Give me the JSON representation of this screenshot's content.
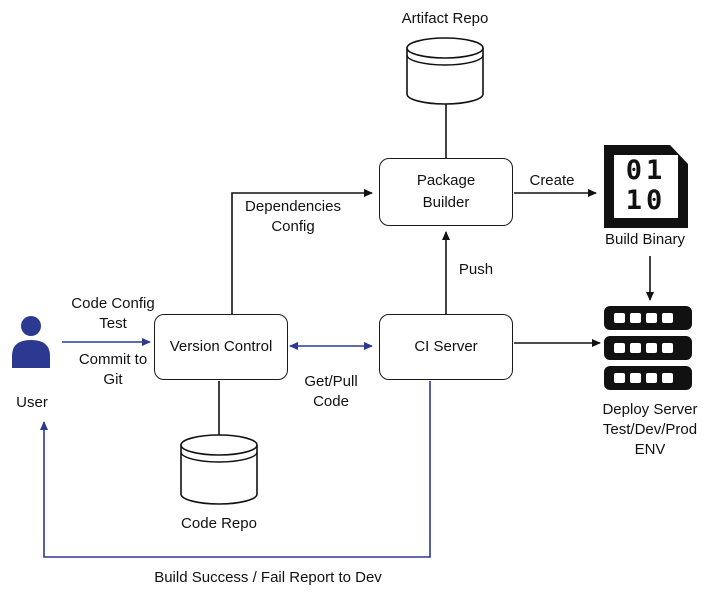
{
  "nodes": {
    "version_control": "Version Control",
    "ci_server": "CI Server",
    "package_builder_line1": "Package",
    "package_builder_line2": "Builder",
    "artifact_repo": "Artifact Repo",
    "code_repo": "Code Repo",
    "build_binary": "Build Binary",
    "binary_glyph_top": "01",
    "binary_glyph_bottom": "10",
    "deploy_server_line1": "Deploy Server",
    "deploy_server_line2": "Test/Dev/Prod",
    "deploy_server_line3": "ENV",
    "user": "User"
  },
  "edges": {
    "code_config_line1": "Code Config",
    "code_config_line2": "Test",
    "commit_line1": "Commit to",
    "commit_line2": "Git",
    "dependencies_line1": "Dependencies",
    "dependencies_line2": "Config",
    "get_pull_line1": "Get/Pull",
    "get_pull_line2": "Code",
    "push": "Push",
    "create": "Create",
    "report": "Build Success / Fail Report to Dev"
  },
  "colors": {
    "accent_blue": "#2b3990",
    "line_black": "#111111"
  }
}
